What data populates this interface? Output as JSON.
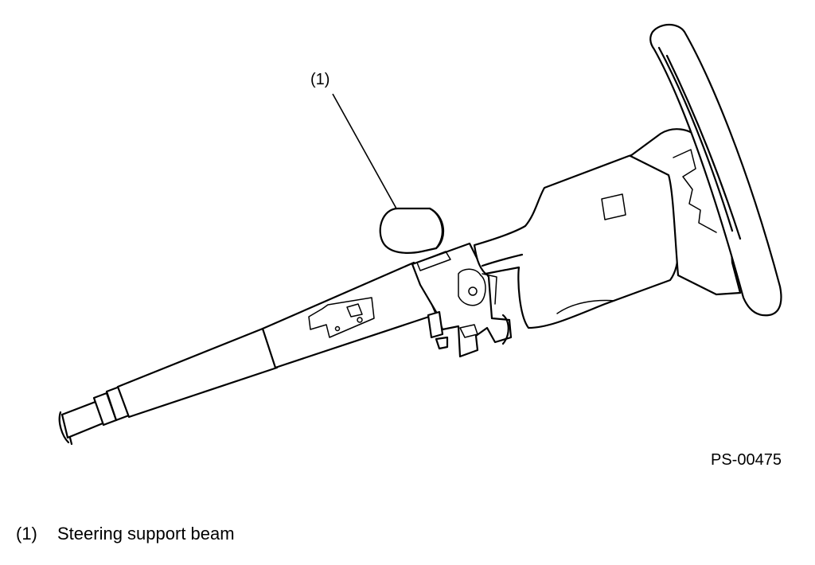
{
  "figure": {
    "callout_label": "(1)",
    "figure_id": "PS-00475"
  },
  "legend": {
    "number": "(1)",
    "text": "Steering support beam"
  }
}
